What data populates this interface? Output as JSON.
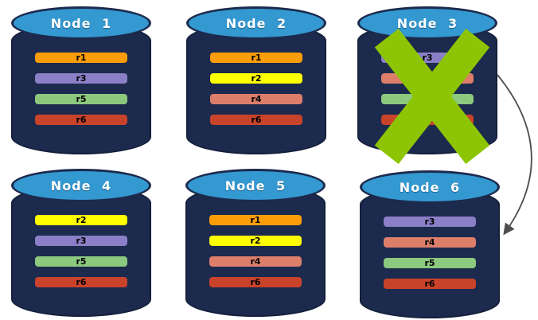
{
  "diagram": {
    "background": "#FFFFFF",
    "palette": {
      "cylinder_body": "#1C2A4D",
      "cylinder_top": "#3498D1",
      "node_title_color": "#FFFFFF",
      "record_label_color": "#000000",
      "failure_x_color": "#8DC504",
      "arrow_color": "#4D4D4D",
      "record_colors": {
        "r1": "#FB9D09",
        "r2": "#FFFF00",
        "r3": "#8B7FC7",
        "r4": "#DD7E6B",
        "r5": "#8CC87E",
        "r6": "#C9432A"
      }
    },
    "nodes": [
      {
        "label": "Node 1",
        "failed": false,
        "records": [
          {
            "id": "r1",
            "color": "#FB9D09"
          },
          {
            "id": "r3",
            "color": "#8B7FC7"
          },
          {
            "id": "r5",
            "color": "#8CC87E"
          },
          {
            "id": "r6",
            "color": "#C9432A"
          }
        ]
      },
      {
        "label": "Node 2",
        "failed": false,
        "records": [
          {
            "id": "r1",
            "color": "#FB9D09"
          },
          {
            "id": "r2",
            "color": "#FFFF00"
          },
          {
            "id": "r4",
            "color": "#DD7E6B"
          },
          {
            "id": "r6",
            "color": "#C9432A"
          }
        ]
      },
      {
        "label": "Node 3",
        "failed": true,
        "records": [
          {
            "id": "r3",
            "color": "#8B7FC7"
          },
          {
            "id": "r4",
            "color": "#DD7E6B"
          },
          {
            "id": "r5",
            "color": "#8CC87E"
          },
          {
            "id": "r6",
            "color": "#C9432A"
          }
        ]
      },
      {
        "label": "Node 4",
        "failed": false,
        "records": [
          {
            "id": "r2",
            "color": "#FFFF00"
          },
          {
            "id": "r3",
            "color": "#8B7FC7"
          },
          {
            "id": "r5",
            "color": "#8CC87E"
          },
          {
            "id": "r6",
            "color": "#C9432A"
          }
        ]
      },
      {
        "label": "Node 5",
        "failed": false,
        "records": [
          {
            "id": "r1",
            "color": "#FB9D09"
          },
          {
            "id": "r2",
            "color": "#FFFF00"
          },
          {
            "id": "r4",
            "color": "#DD7E6B"
          },
          {
            "id": "r6",
            "color": "#C9432A"
          }
        ]
      },
      {
        "label": "Node 6",
        "failed": false,
        "records": [
          {
            "id": "r3",
            "color": "#8B7FC7"
          },
          {
            "id": "r4",
            "color": "#DD7E6B"
          },
          {
            "id": "r5",
            "color": "#8CC87E"
          },
          {
            "id": "r6",
            "color": "#C9432A"
          }
        ]
      }
    ],
    "failure": {
      "node": "Node 3",
      "mark": "X"
    },
    "failover_arrow": {
      "from": "Node 3",
      "to": "Node 6"
    }
  }
}
